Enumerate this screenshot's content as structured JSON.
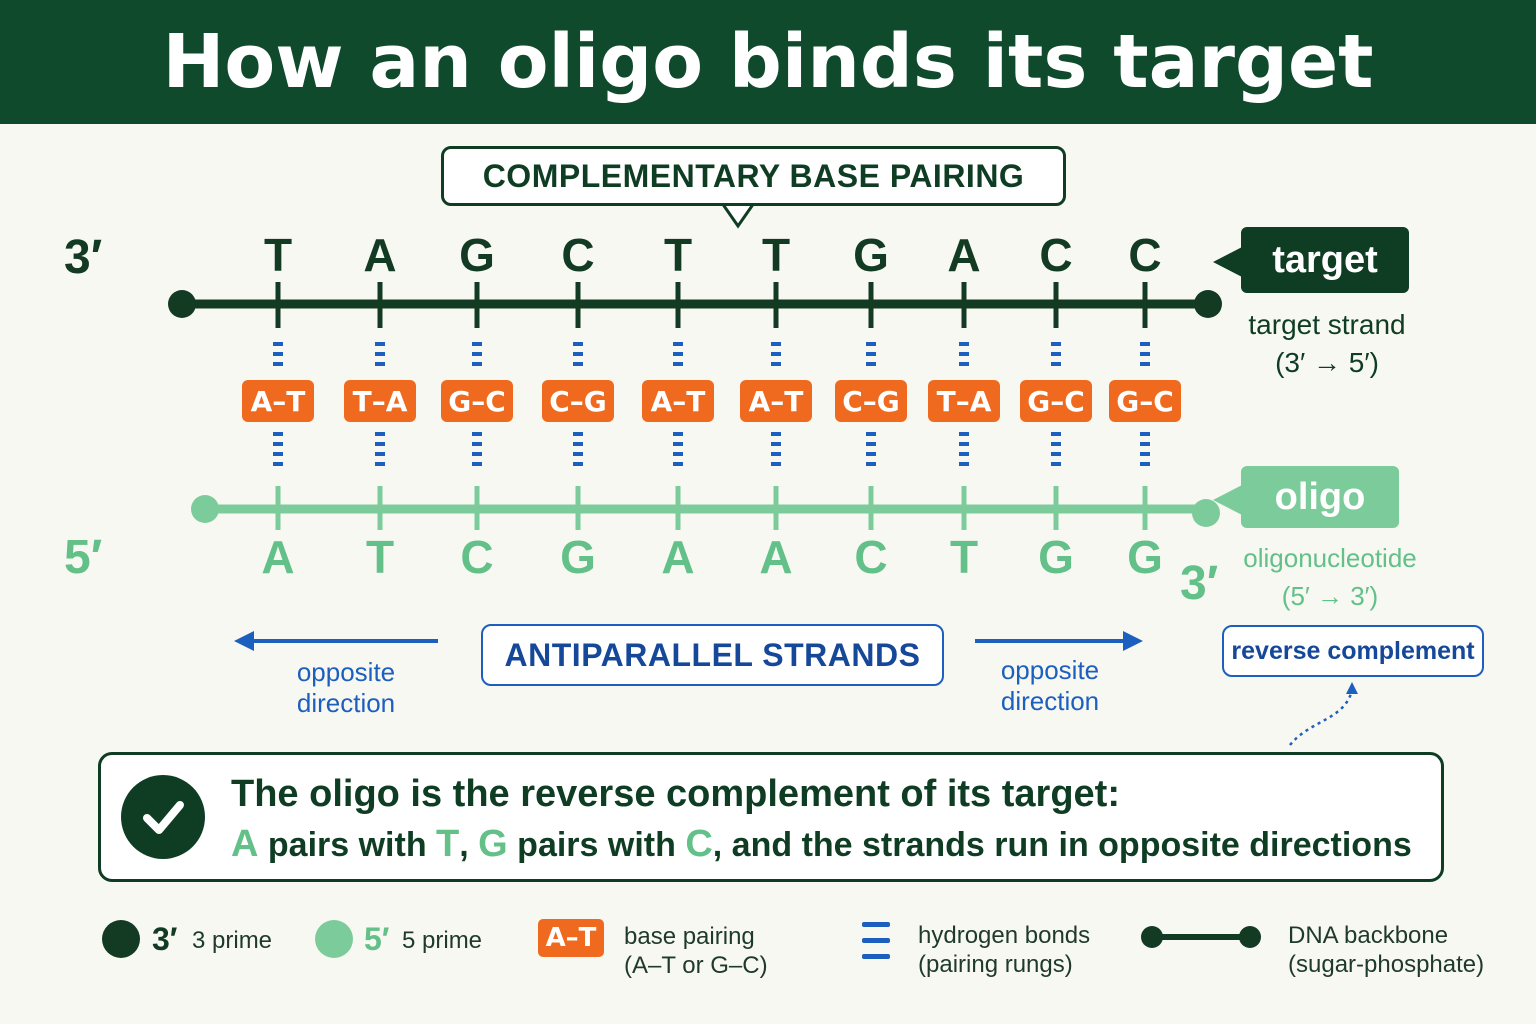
{
  "title": "How an oligo binds its target",
  "callout": "COMPLEMENTARY BASE PAIRING",
  "target": {
    "end_left": "3′",
    "bases": [
      "T",
      "A",
      "G",
      "C",
      "T",
      "T",
      "G",
      "A",
      "C",
      "C"
    ],
    "tag": "target",
    "caption_line1": "target strand",
    "caption_line2": "(3′ → 5′)"
  },
  "pairs": [
    "A–T",
    "T–A",
    "G–C",
    "C–G",
    "A–T",
    "A–T",
    "C–G",
    "T–A",
    "G–C",
    "G–C"
  ],
  "oligo": {
    "end_left": "5′",
    "end_right": "3′",
    "bases": [
      "A",
      "T",
      "C",
      "G",
      "A",
      "A",
      "C",
      "T",
      "G",
      "G"
    ],
    "tag": "oligo",
    "caption_line1": "oligonucleotide",
    "caption_line2": "(5′ → 3′)"
  },
  "antiparallel": {
    "label": "ANTIPARALLEL STRANDS",
    "left_line1": "opposite",
    "left_line2": "direction",
    "right_line1": "opposite",
    "right_line2": "direction"
  },
  "reverse_complement_label": "reverse complement",
  "summary": {
    "line1": "The oligo is the reverse complement of its target:",
    "a": "A",
    "t_pairs": " pairs with ",
    "t": "T",
    "sep1": ", ",
    "g": "G",
    "c_pairs": " pairs with ",
    "c": "C",
    "tail": ", and the strands run in opposite directions"
  },
  "legend": {
    "three_prime_symbol": "3′",
    "three_prime_text": "3 prime",
    "five_prime_symbol": "5′",
    "five_prime_text": "5 prime",
    "pair_symbol": "A–T",
    "pair_line1": "base pairing",
    "pair_line2": "(A–T or G–C)",
    "hbond_line1": "hydrogen bonds",
    "hbond_line2": "(pairing rungs)",
    "backbone_line1": "DNA backbone",
    "backbone_line2": "(sugar-phosphate)"
  },
  "colors": {
    "dark_green": "#133a22",
    "light_green": "#62c088",
    "orange": "#ef6a1e",
    "blue": "#1d5fbf",
    "header_bg": "#0f4a2c"
  }
}
